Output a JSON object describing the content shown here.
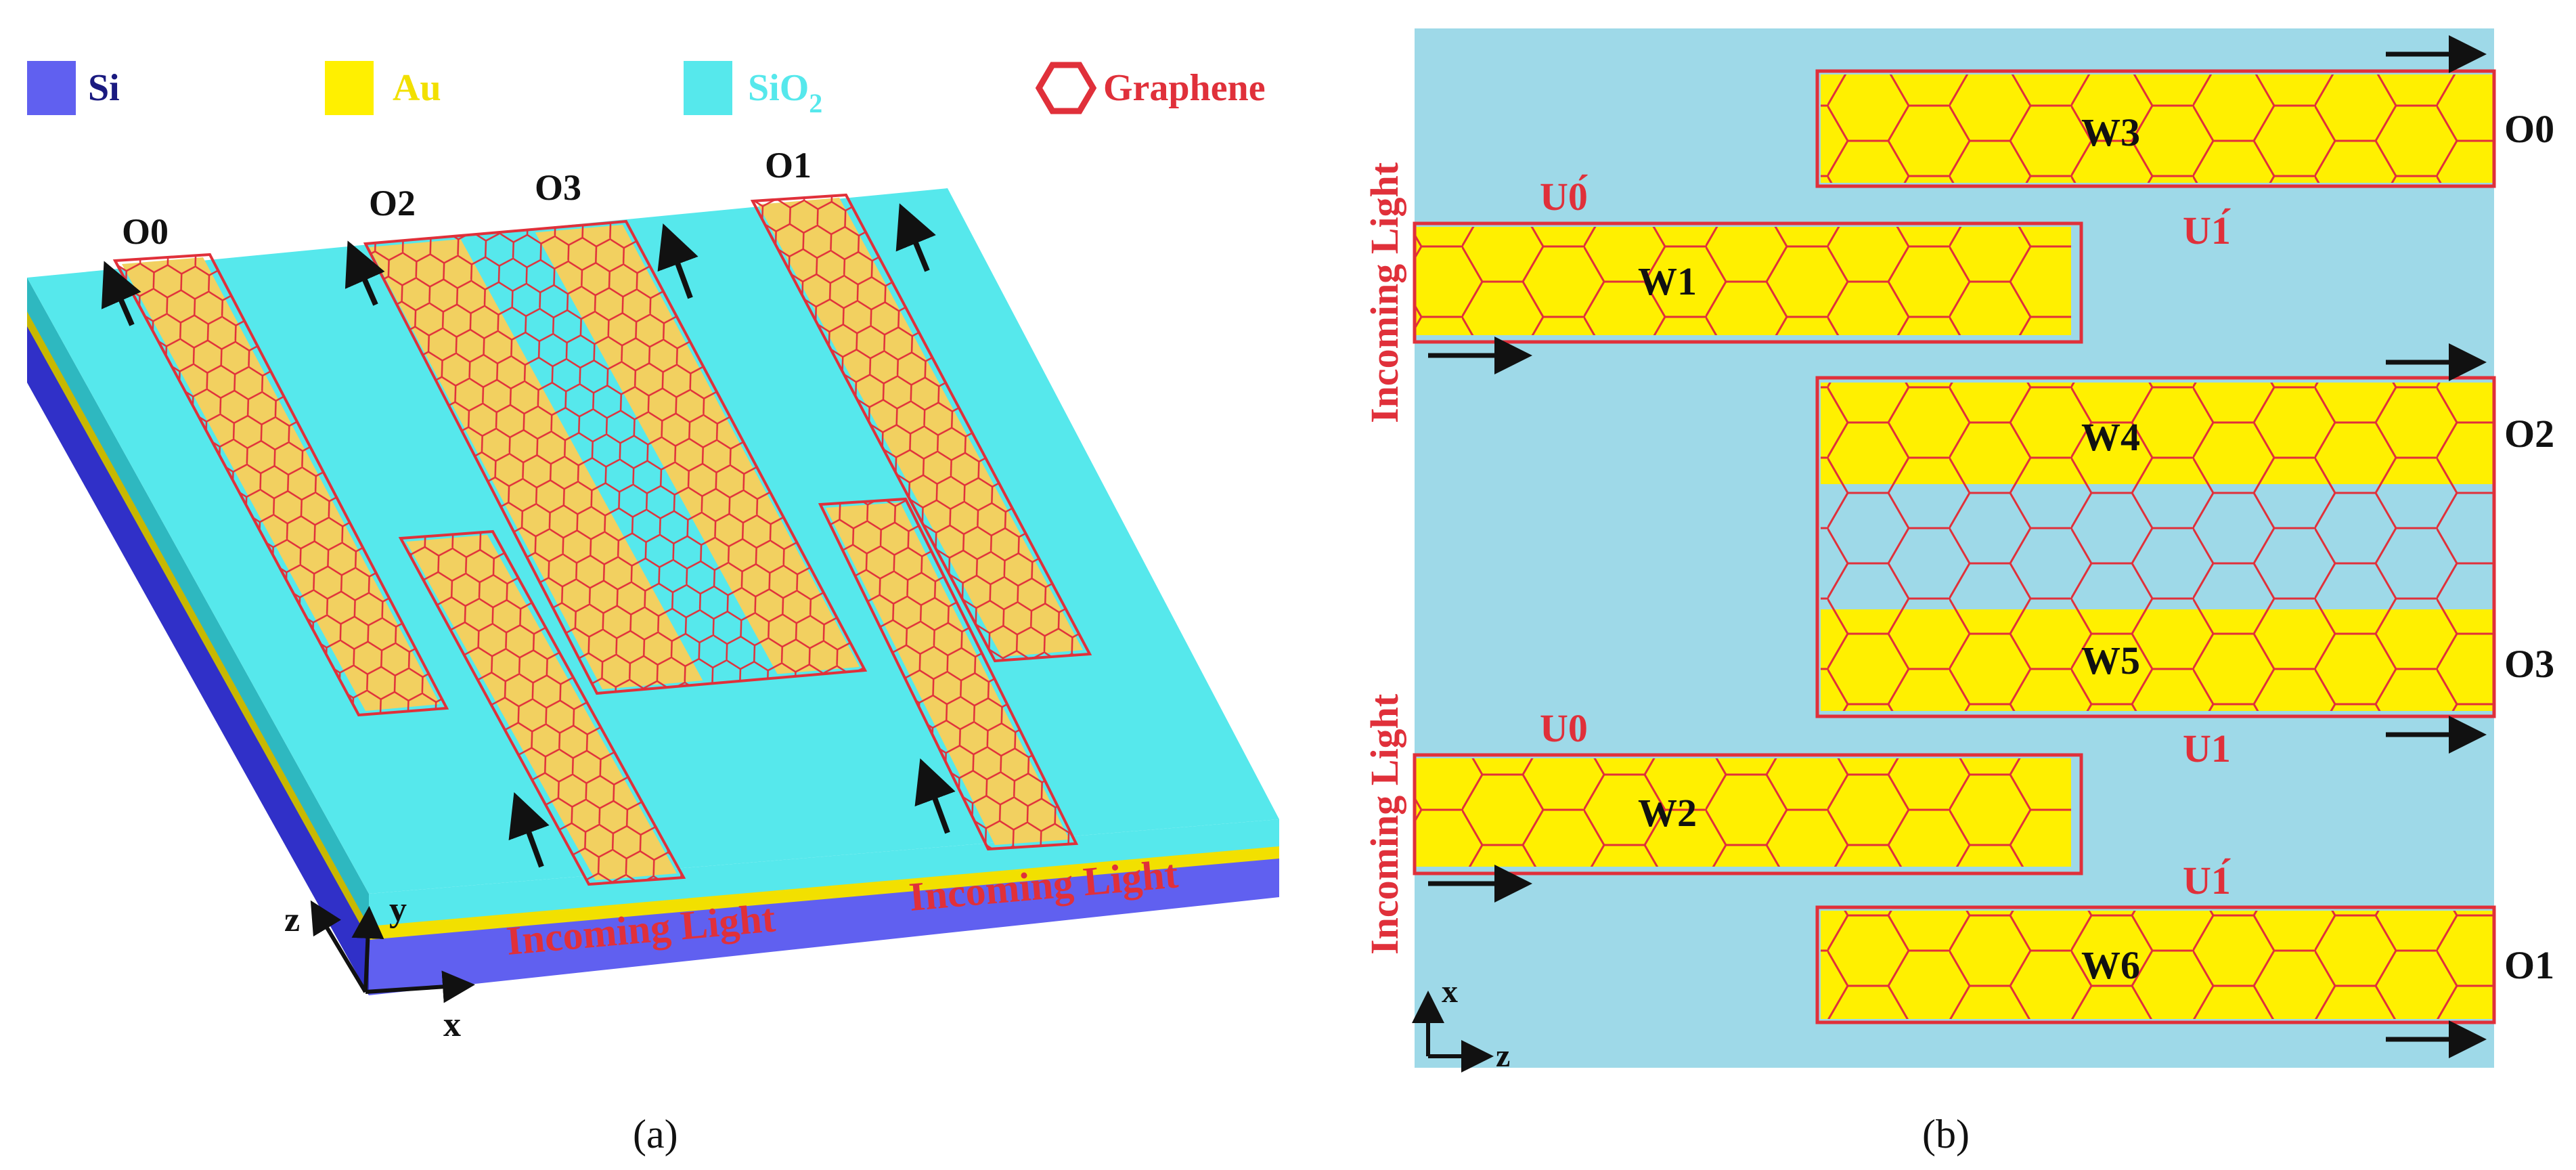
{
  "colors": {
    "si": "#6060F0",
    "au": "#FFF000",
    "au_3d": "#F2D060",
    "sio2": "#56E8EC",
    "sio2_top": "#9ED9E8",
    "graphene": "#E0303A",
    "label_red": "#E0303A",
    "arrow": "#111111",
    "text": "#111111",
    "legend_text_red": "#E0303A",
    "au_text": "#F2E000",
    "sio2_text": "#56E8EC",
    "si_text": "#1A1A80"
  },
  "legend": {
    "si": "Si",
    "au": "Au",
    "sio2": "SiO",
    "sio2_sub": "2",
    "graphene": "Graphene"
  },
  "panel_a": {
    "caption": "(a)",
    "ports": {
      "o0": "O0",
      "o2": "O2",
      "o3": "O3",
      "o1": "O1"
    },
    "incoming_left": "Incoming Light",
    "incoming_right": "Incoming Light",
    "axis_z": "z",
    "axis_y": "y",
    "axis_x": "x"
  },
  "panel_b": {
    "caption": "(b)",
    "incoming_top": "Incoming Light",
    "incoming_bottom": "Incoming Light",
    "waveguides": {
      "w1": "W1",
      "w2": "W2",
      "w3": "W3",
      "w4": "W4",
      "w5": "W5",
      "w6": "W6"
    },
    "ports": {
      "o0": "O0",
      "o1": "O1",
      "o2": "O2",
      "o3": "O3"
    },
    "gaps": {
      "u0_prime": "U0́",
      "u1_prime_top": "U1́",
      "u0": "U0",
      "u1": "U1",
      "u1_prime_bottom": "U1́"
    },
    "axis_x": "x",
    "axis_z": "z"
  }
}
